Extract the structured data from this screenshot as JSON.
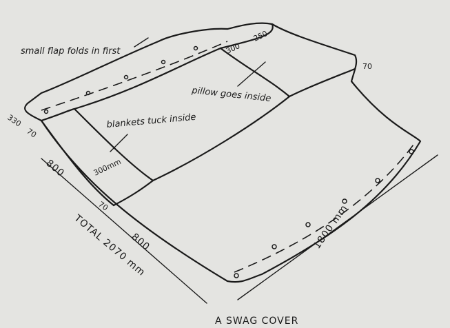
{
  "title": "A SWAG COVER",
  "annotations": {
    "small_flap": "small flap folds in first",
    "pillow": "pillow goes inside",
    "blankets": "blankets tuck inside"
  },
  "dimensions": {
    "flap_width": "330",
    "flap_fold": "70",
    "top_length": "800",
    "blanket_pocket": "300mm",
    "middle_fold": "70",
    "total": "TOTAL 2070 mm",
    "bottom_length": "800",
    "pillow_pocket_a": "300",
    "pillow_pocket_b": "250",
    "pillow_fold": "70",
    "width": "1800 mm"
  }
}
